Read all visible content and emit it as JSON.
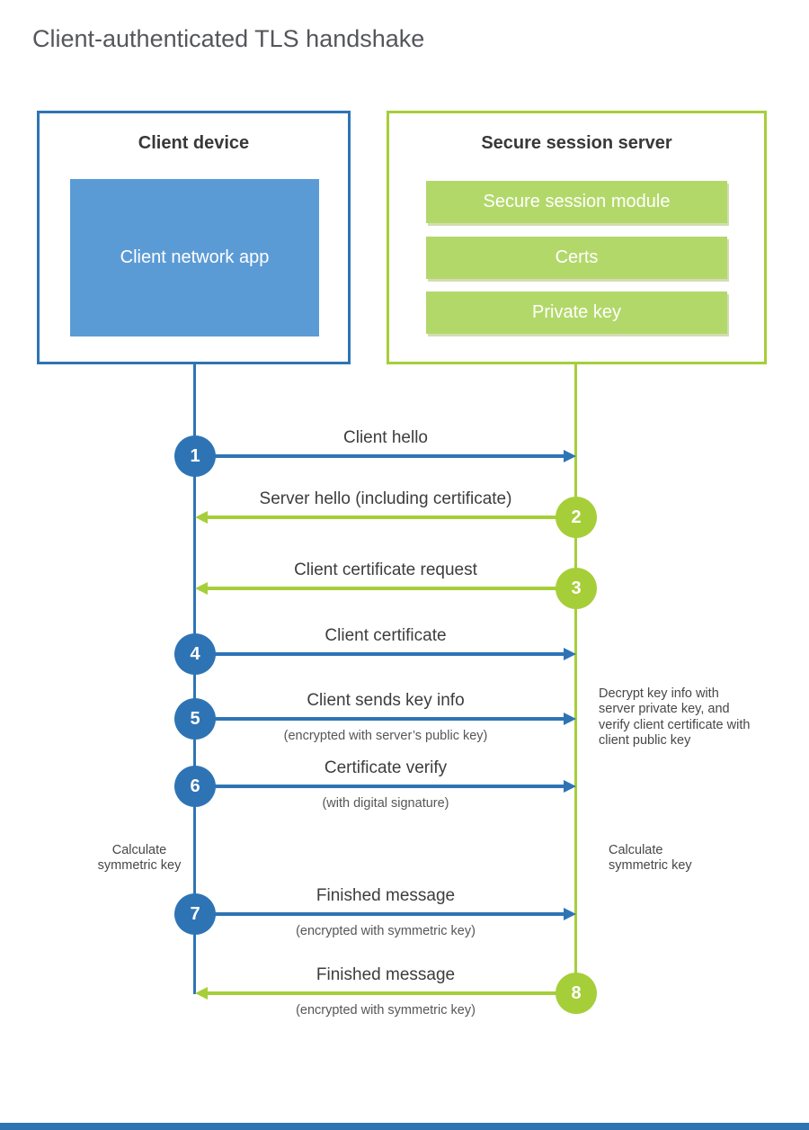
{
  "page": {
    "title": "Client-authenticated TLS handshake"
  },
  "client": {
    "title": "Client device",
    "app_label": "Client network app"
  },
  "server": {
    "title": "Secure session server",
    "modules": [
      {
        "label": "Secure session module"
      },
      {
        "label": "Certs"
      },
      {
        "label": "Private key"
      }
    ]
  },
  "steps": [
    {
      "num": "1",
      "label": "Client hello",
      "from": "client",
      "to": "server"
    },
    {
      "num": "2",
      "label": "Server hello (including certificate)",
      "from": "server",
      "to": "client"
    },
    {
      "num": "3",
      "label": "Client certificate request",
      "from": "server",
      "to": "client"
    },
    {
      "num": "4",
      "label": "Client certificate",
      "from": "client",
      "to": "server"
    },
    {
      "num": "5",
      "label": "Client sends key info",
      "sub": "(encrypted with server’s public key)",
      "from": "client",
      "to": "server"
    },
    {
      "num": "6",
      "label": "Certificate verify",
      "sub": "(with digital signature)",
      "from": "client",
      "to": "server"
    },
    {
      "num": "7",
      "label": "Finished message",
      "sub": "(encrypted with symmetric key)",
      "from": "client",
      "to": "server"
    },
    {
      "num": "8",
      "label": "Finished message",
      "sub": "(encrypted with symmetric key)",
      "from": "server",
      "to": "client"
    }
  ],
  "annotations": {
    "decrypt_note": "Decrypt key info with server private key, and verify client certificate with client public key",
    "calc_client": "Calculate symmetric key",
    "calc_server": "Calculate symmetric key"
  },
  "colors": {
    "blue": "#2e74b5",
    "blue_fill": "#5b9bd5",
    "green": "#a6ce39",
    "green_fill": "#b3d86a"
  }
}
